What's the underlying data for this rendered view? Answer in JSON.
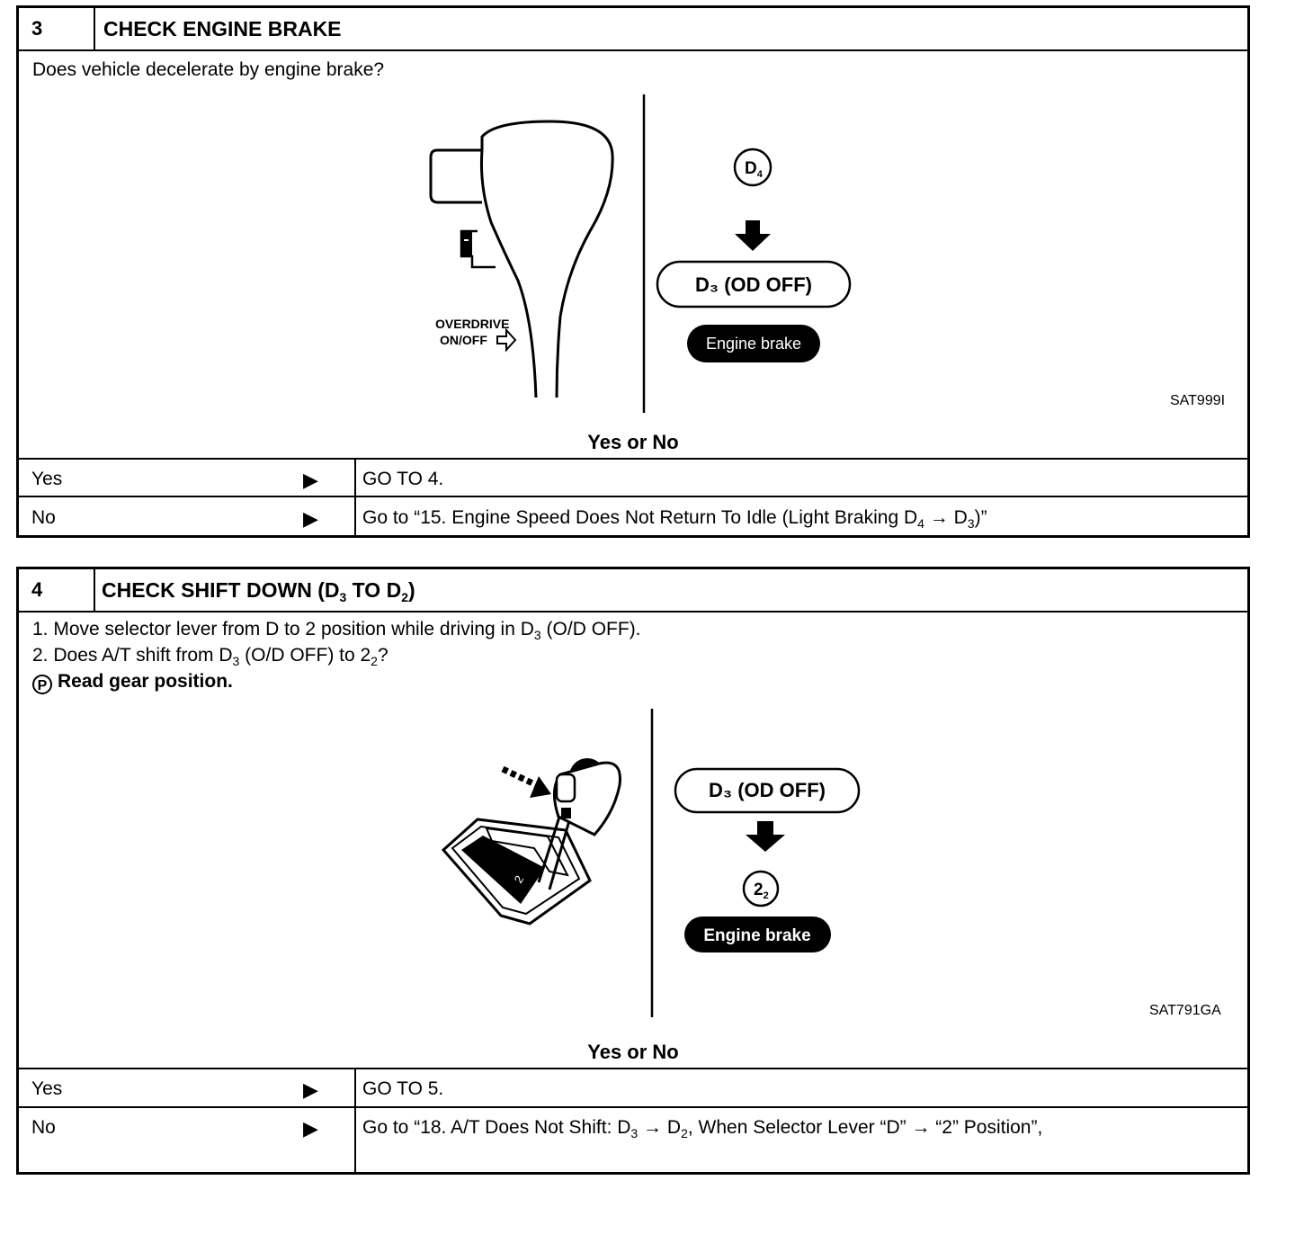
{
  "step3": {
    "number": "3",
    "title": "CHECK ENGINE BRAKE",
    "question": "Does vehicle decelerate by engine brake?",
    "figure": {
      "callout_line1": "OVERDRIVE",
      "callout_line2": "ON/OFF",
      "circle_label": "D",
      "circle_label_sub": "4",
      "mode_label": "D₃ (OD OFF)",
      "brake_label": "Engine brake",
      "ref_code": "SAT999I"
    },
    "yes_or_no": "Yes or No",
    "rows": [
      {
        "label": "Yes",
        "arrow": "▶",
        "action": "GO TO 4."
      },
      {
        "label": "No",
        "arrow": "▶",
        "action_pre": "Go to “15. Engine Speed Does Not Return To Idle (Light Braking D",
        "action_sub1": "4",
        "action_mid": " → D",
        "action_sub2": "3",
        "action_post": ")”"
      }
    ]
  },
  "step4": {
    "number": "4",
    "title_pre": "CHECK SHIFT DOWN (D",
    "title_sub1": "3",
    "title_mid": " TO D",
    "title_sub2": "2",
    "title_post": ")",
    "line1_pre": "1.  Move selector lever from D to 2 position while driving in D",
    "line1_sub": "3",
    "line1_post": " (O/D OFF).",
    "line2_pre": "2.  Does A/T shift from D",
    "line2_sub1": "3",
    "line2_mid": " (O/D OFF) to 2",
    "line2_sub2": "2",
    "line2_post": "?",
    "line3_icon": "P",
    "line3": "Read gear position.",
    "figure": {
      "gear_badge": "2",
      "mode_label": "D₃ (OD OFF)",
      "circle_label": "2",
      "circle_label_sub": "2",
      "brake_label": "Engine brake",
      "ref_code": "SAT791GA"
    },
    "yes_or_no": "Yes or No",
    "rows": [
      {
        "label": "Yes",
        "arrow": "▶",
        "action": "GO TO 5."
      },
      {
        "label": "No",
        "arrow": "▶",
        "action_pre": "Go to “18. A/T Does Not Shift: D",
        "action_sub1": "3",
        "action_mid": " → D",
        "action_sub2": "2",
        "action_post": ", When Selector Lever “D” → “2” Position”,"
      }
    ]
  }
}
